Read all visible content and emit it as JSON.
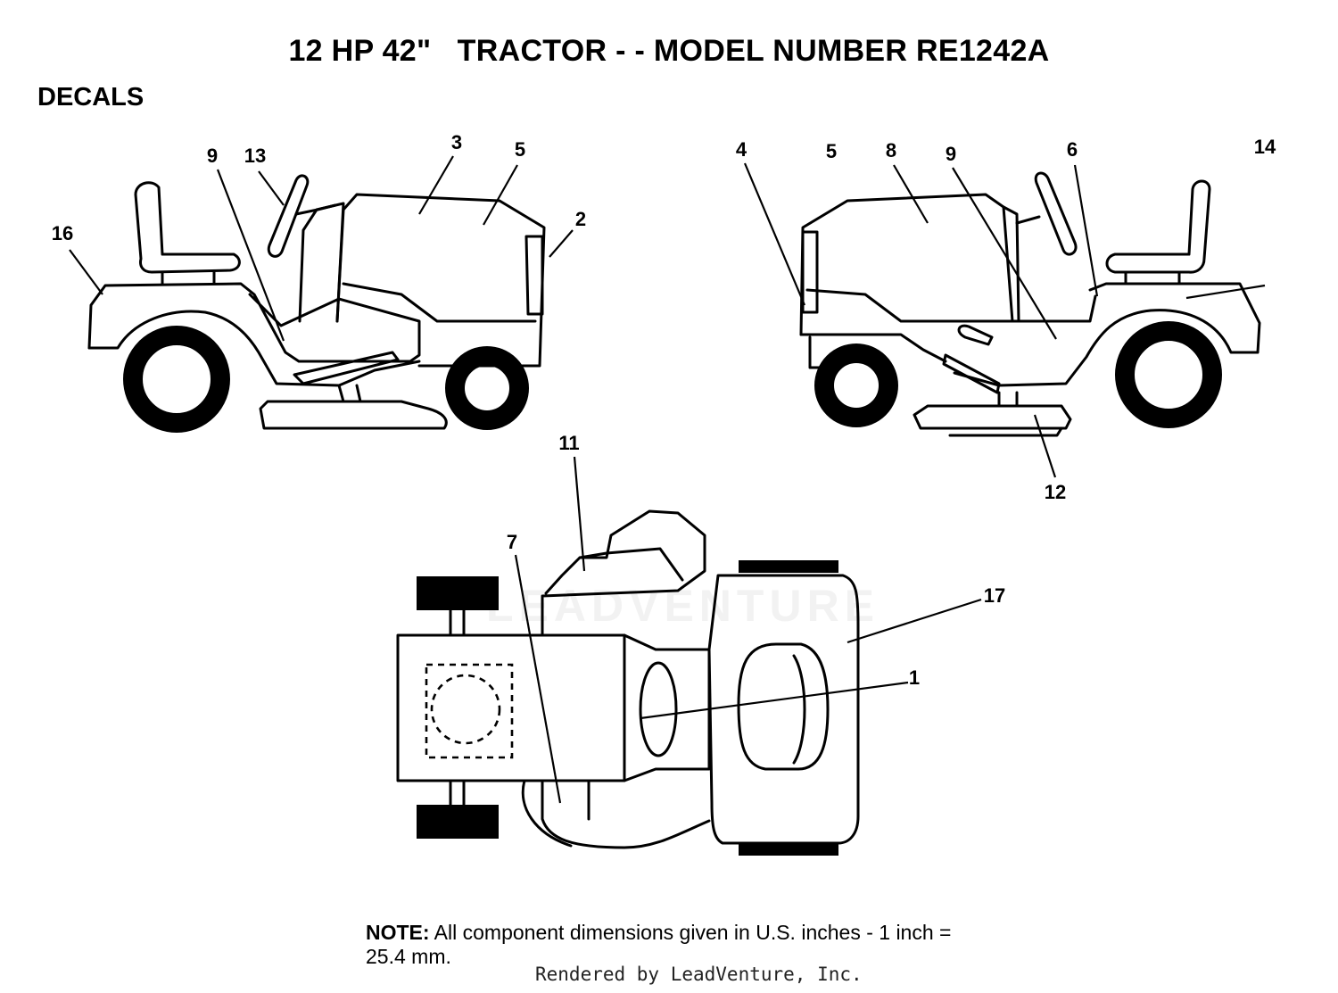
{
  "title": "12 HP 42\"   TRACTOR - - MODEL NUMBER RE1242A",
  "section_label": "DECALS",
  "callouts": [
    {
      "id": "c16",
      "text": "16"
    },
    {
      "id": "c9a",
      "text": "9"
    },
    {
      "id": "c13",
      "text": "13"
    },
    {
      "id": "c3",
      "text": "3"
    },
    {
      "id": "c5a",
      "text": "5"
    },
    {
      "id": "c2",
      "text": "2"
    },
    {
      "id": "c4",
      "text": "4"
    },
    {
      "id": "c5b",
      "text": "5"
    },
    {
      "id": "c8",
      "text": "8"
    },
    {
      "id": "c9b",
      "text": "9"
    },
    {
      "id": "c6",
      "text": "6"
    },
    {
      "id": "c14",
      "text": "14"
    },
    {
      "id": "c12",
      "text": "12"
    },
    {
      "id": "c11",
      "text": "11"
    },
    {
      "id": "c7",
      "text": "7"
    },
    {
      "id": "c17",
      "text": "17"
    },
    {
      "id": "c1",
      "text": "1"
    }
  ],
  "note": {
    "label": "NOTE:",
    "text": " All component dimensions given in U.S. inches - 1 inch = 25.4 mm."
  },
  "credit": "Rendered by LeadVenture, Inc.",
  "watermark": "LEADVENTURE"
}
